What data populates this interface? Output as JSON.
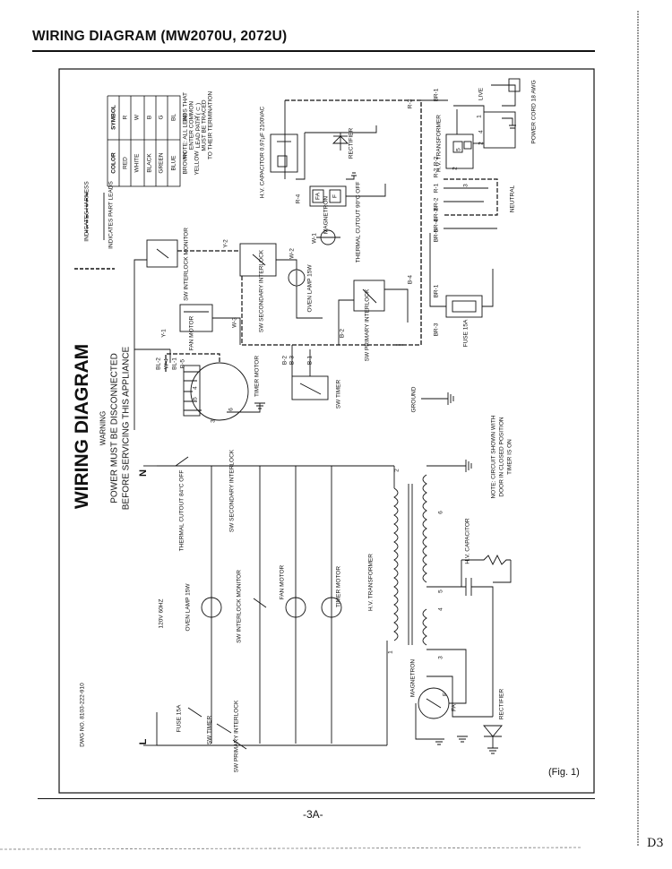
{
  "header": {
    "title": "WIRING DIAGRAM (MW2070U, 2072U)"
  },
  "footer": {
    "page_number": "-3A-",
    "corner_mark": "D3"
  },
  "figure_label": "(Fig. 1)",
  "diagram": {
    "title": "WIRING DIAGRAM",
    "warning": [
      "WARNING",
      "POWER MUST BE DISCONNECTED",
      "BEFORE SERVICING THIS APPLIANCE"
    ],
    "dwg_no": "DWG NO. 8103-222-910",
    "color_table": {
      "headers": [
        "COLOR",
        "SYMBOL"
      ],
      "rows": [
        [
          "RED",
          "R"
        ],
        [
          "WHITE",
          "W"
        ],
        [
          "BLACK",
          "B"
        ],
        [
          "GREEN",
          "G"
        ],
        [
          "BLUE",
          "BL"
        ],
        [
          "BROWN",
          "BR"
        ],
        [
          "YELLOW",
          "Y"
        ]
      ]
    },
    "note_leads": [
      "NOTE: ALL LEADS THAT",
      "ENTER COMMON",
      "LEAD PATH ( ⊂ )",
      "MUST BE TRACED",
      "TO THEIR TERMINATION"
    ],
    "legend": {
      "harness": "INDICATES HARNESS",
      "part_leads": "INDICATES PART LEADS"
    },
    "note_circuit": [
      "NOTE: CIRCUIT SHOWN WITH",
      "DOOR IN CLOSED POSITION",
      "TIMER IS ON"
    ],
    "labels": {
      "L": "L",
      "N": "N",
      "fuse_15a": "FUSE 15A",
      "fuse_15a_b": "FUSE 15A",
      "sw_timer": "SW TIMER",
      "sw_timer_b": "SW TIMER",
      "sw_primary_interlock": "SW PRIMARY INTERLOCK",
      "sw_primary_interlock_b": "SW PRIMARY INTERLOCK",
      "thermal_cutout_84": "THERMAL CUTOUT 84°C OFF",
      "thermal_cutout_90": "THERMAL CUTOUT 90°C OFF",
      "sw_secondary_interlock": "SW SECONDARY INTERLOCK",
      "sw_secondary_interlock_b": "SW SECONDARY INTERLOCK",
      "volt_120v_60hz": "120V 60HZ",
      "oven_lamp_15w": "OVEN LAMP 15W",
      "oven_lamp_15w_b": "OVEN LAMP 15W",
      "sw_interlock_monitor": "SW INTERLOCK MONITOR",
      "sw_interlock_monitor_b": "SW INTERLOCK MONITOR",
      "fan_motor": "FAN MOTOR",
      "fan_motor_b": "FAN MOTOR",
      "timer_motor": "TIMER MOTOR",
      "timer_motor_b": "TIMER MOTOR",
      "hv_transformer": "H.V. TRANSFORMER",
      "hv_transformer_b": "H.V. TRANSFORMER",
      "hv_capacitor": "H.V. CAPACITOR",
      "hv_capacitor_b": "H.V. CAPACITOR 0.97µF 2100VAC",
      "magnetron": "MAGNETRON",
      "magnetron_b": "MAGNETRON",
      "rectifier": "RECTIFIER",
      "rectifier_b": "RECTIFIER",
      "ground": "GROUND",
      "neutral": "NEUTRAL",
      "live": "LIVE",
      "power_cord": "POWER CORD 18 AWG",
      "fa": "FA",
      "f": "F",
      "fa_b": "FA",
      "f_b": "F"
    },
    "terminals": [
      "1",
      "2",
      "3",
      "4",
      "5",
      "6",
      "2",
      "3",
      "4",
      "5",
      "1",
      "2",
      "3",
      "4",
      "5",
      "6"
    ],
    "wire_tags": [
      "Y-2",
      "W-1",
      "W-2",
      "W-3",
      "W-4",
      "Y-1",
      "BL-2",
      "BL-1",
      "B-5",
      "B-2",
      "B-3",
      "B-1",
      "B-2",
      "BR-1",
      "R-2",
      "R-1",
      "R-3",
      "R-4",
      "BR-2",
      "BR-3",
      "BR-4",
      "BR-5",
      "BR-1",
      "R-2",
      "B-4",
      "BR-3"
    ]
  }
}
